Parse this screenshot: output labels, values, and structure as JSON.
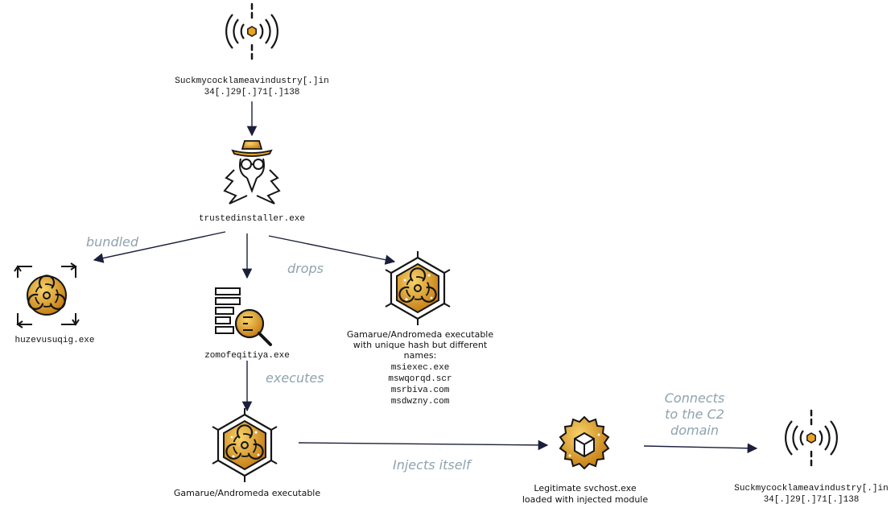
{
  "nodes": {
    "top_c2": {
      "domain": "Suckmycocklameavindustry[.]in",
      "ip": "34[.]29[.]71[.]138",
      "icon": "antenna-icon"
    },
    "installer": {
      "label": "trustedinstaller.exe",
      "icon": "spy-icon"
    },
    "huzev": {
      "label": "huzevusuqig.exe",
      "icon": "biohazard-cycle-icon"
    },
    "zomo": {
      "label": "zomofeqitiya.exe",
      "icon": "document-search-icon"
    },
    "dropped": {
      "line1": "Gamarue/Andromeda executable",
      "line2": "with unique hash but different",
      "line3": "names:",
      "names": [
        "msiexec.exe",
        "mswqorqd.scr",
        "msrbiva.com",
        "msdwzny.com"
      ],
      "icon": "biohazard-hexagon-icon"
    },
    "gamarue": {
      "label": "Gamarue/Andromeda executable",
      "icon": "biohazard-hexagon-icon"
    },
    "svchost": {
      "line1": "Legitimate svchost.exe",
      "line2": "loaded with injected module",
      "icon": "gear-cube-icon"
    },
    "bottom_c2": {
      "domain": "Suckmycocklameavindustry[.]in",
      "ip": "34[.]29[.]71[.]138",
      "icon": "antenna-icon"
    }
  },
  "edges": {
    "bundled": "bundled",
    "drops": "drops",
    "executes": "executes",
    "injects": "Injects itself",
    "connects": [
      "Connects",
      "to the C2",
      "domain"
    ]
  },
  "colors": {
    "arrow": "#1b1f3b",
    "edge_label": "#8fa3ad",
    "gold_light": "#f3c24a",
    "gold_dark": "#c2780f",
    "outline": "#151515"
  }
}
